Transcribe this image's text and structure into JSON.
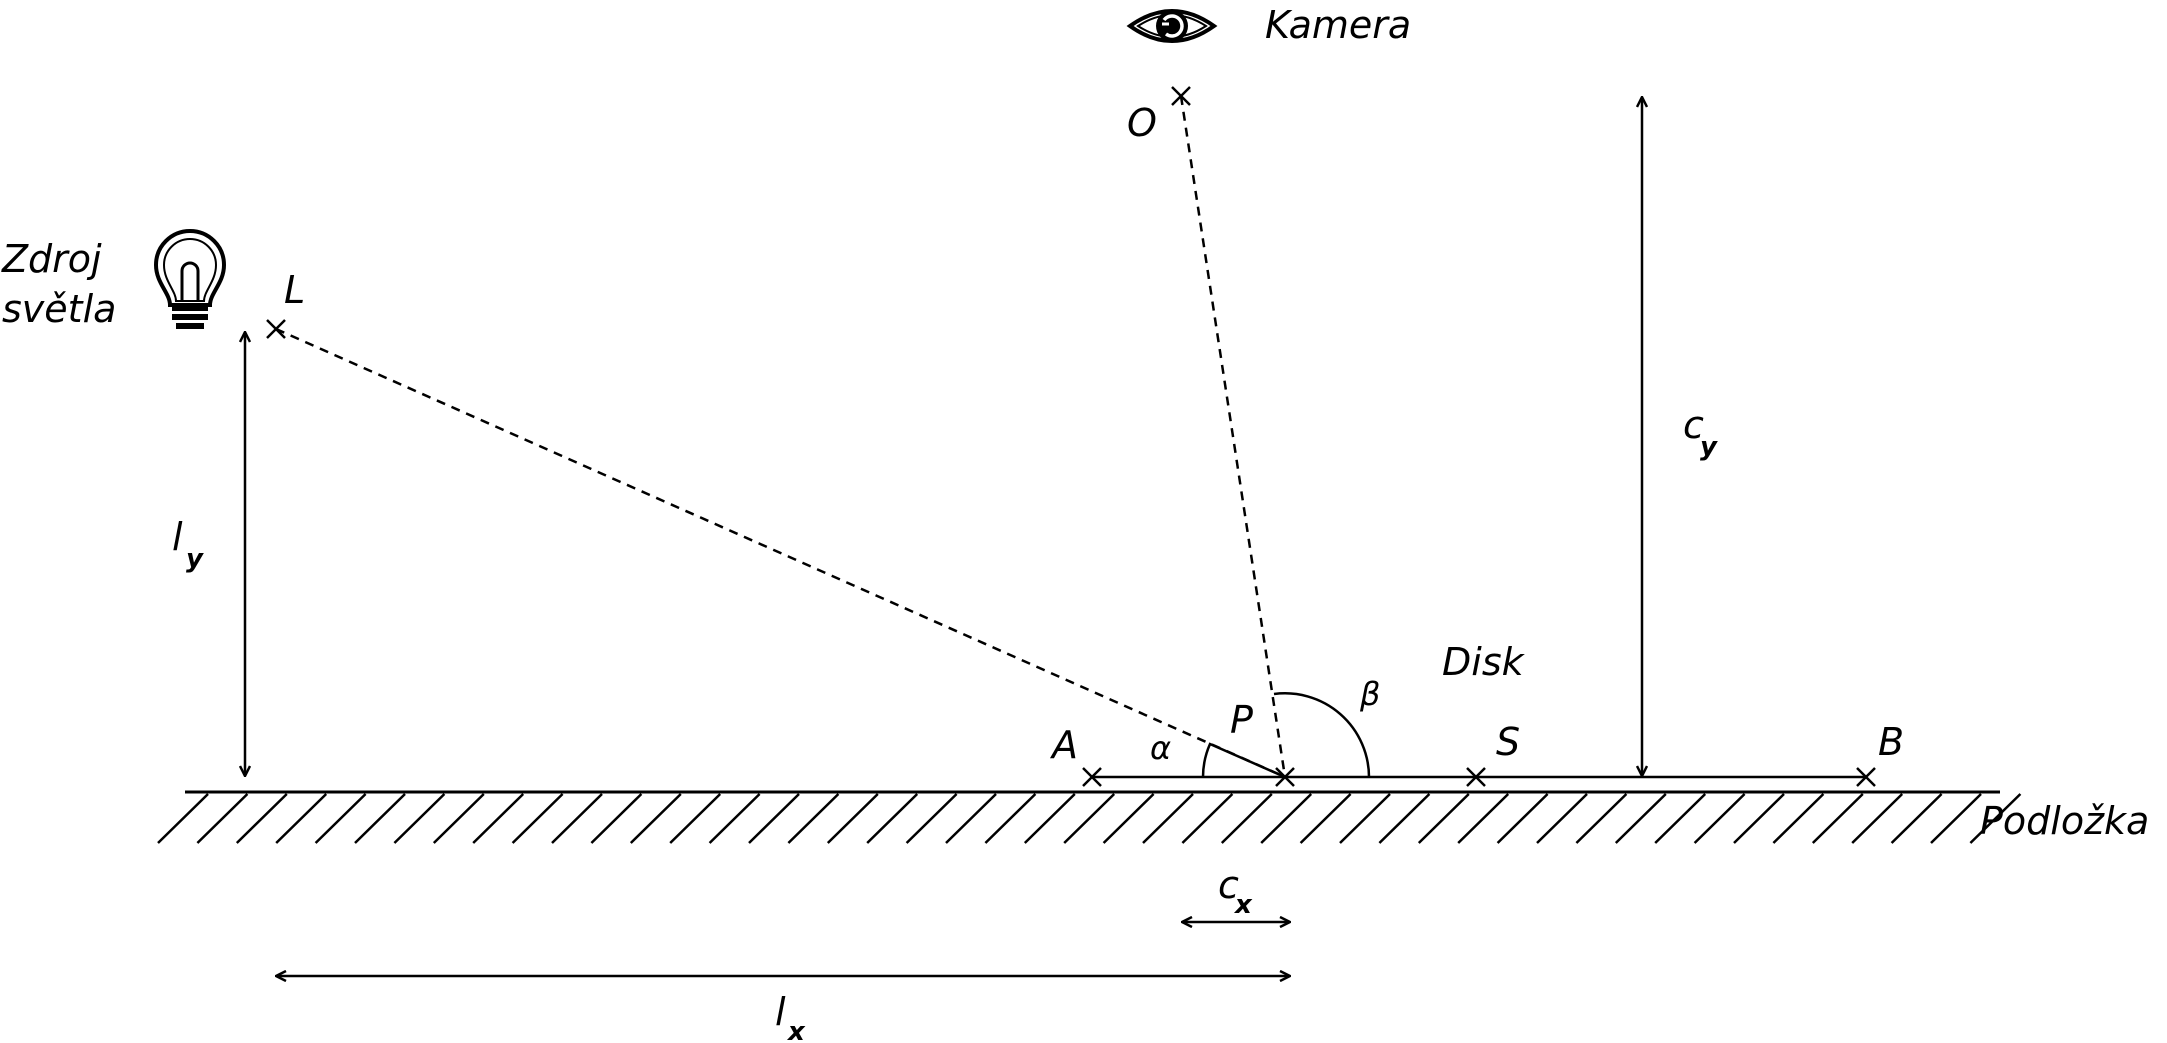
{
  "labels": {
    "camera": "Kamera",
    "light_source_line1": "Zdroj",
    "light_source_line2": "světla",
    "point_O": "O",
    "point_L": "L",
    "point_P": "P",
    "point_A": "A",
    "point_S": "S",
    "point_B": "B",
    "disk": "Disk",
    "substrate": "Podložka",
    "angle_alpha": "α",
    "angle_beta": "β",
    "dim_ly_main": "l",
    "dim_ly_sub": "y",
    "dim_lx_main": "l",
    "dim_lx_sub": "x",
    "dim_cy_main": "c",
    "dim_cy_sub": "y",
    "dim_cx_main": "c",
    "dim_cx_sub": "x"
  },
  "icons": {
    "camera": "eye-icon",
    "light": "lightbulb-icon"
  },
  "colors": {
    "ink": "#000000",
    "background": "#ffffff"
  }
}
